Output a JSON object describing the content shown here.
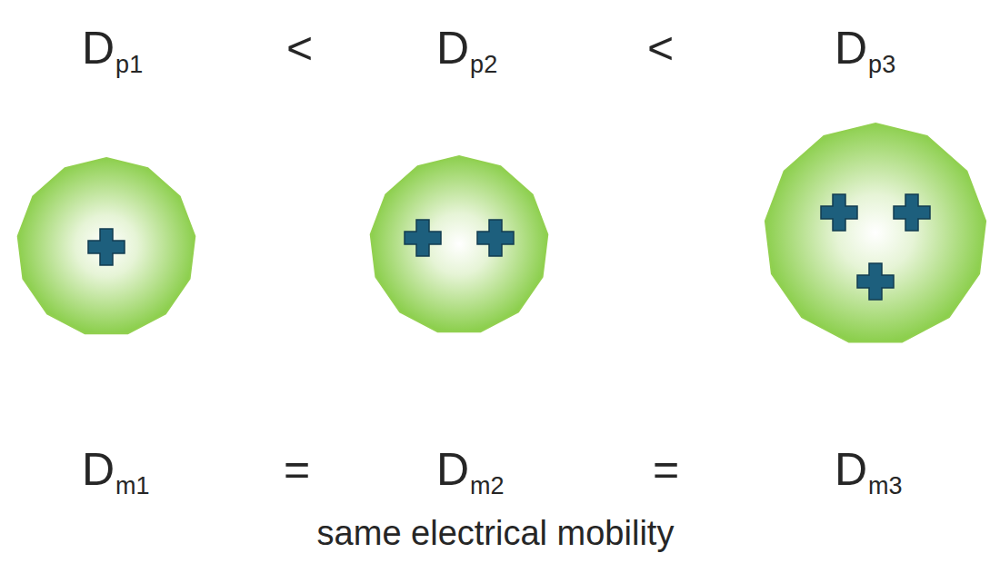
{
  "diagram": {
    "labels": [
      "D",
      "p1",
      "<",
      "D",
      "p2",
      "<",
      "D",
      "p3",
      "D",
      "m1",
      "=",
      "D",
      "m2",
      "=",
      "D",
      "m3",
      "same electrical mobility"
    ]
  }
}
